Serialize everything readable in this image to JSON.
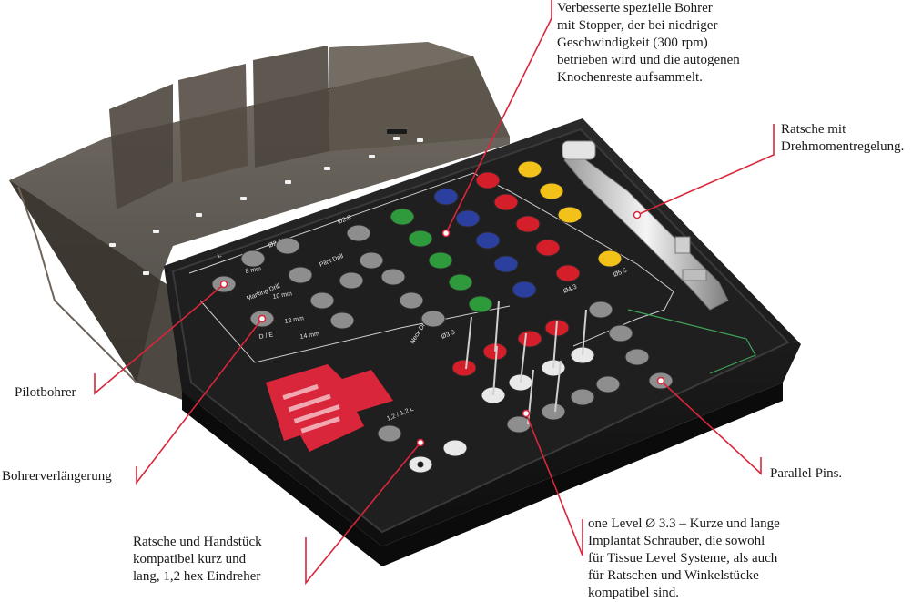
{
  "colors": {
    "accent": "#d9263b",
    "case_dark": "#1c1c1c",
    "lid_tint": "#4a4238",
    "ring_red": "#d41f2b",
    "ring_yellow": "#f2c21a",
    "ring_green": "#2f9a3c",
    "ring_blue": "#2b3f9e",
    "ring_gray": "#8e8e8e",
    "ring_white": "#e9e9e9"
  },
  "callouts": {
    "drill": "Verbesserte spezielle Bohrer\nmit Stopper, der bei niedriger\nGeschwindigkeit (300 rpm)\nbetrieben wird und die autogenen\nKnochenreste aufsammelt.",
    "ratchet": "Ratsche mit\nDrehmomentregelung.",
    "pilot": "Pilotbohrer",
    "extension": "Bohrerverlängerung",
    "pins": "Parallel Pins.",
    "handpiece": "Ratsche und Handstück\nkompatibel kurz und\nlang, 1,2 hex Eindreher",
    "implant": "one Level Ø 3.3 – Kurze und lange\nImplantat Schrauber, die sowohl\nfür Tissue Level Systeme, als auch\nfür Ratschen und Winkelstücke\nkompatibel sind."
  },
  "tray_labels": {
    "marking": "Marking Drill",
    "pilot": "Pilot Drill",
    "depth_8": "8 mm",
    "depth_10": "10 mm",
    "depth_12": "12 mm",
    "depth_14": "14 mm",
    "de": "D / E",
    "l": "L",
    "d22": "Ø2.2",
    "d28": "Ø2.8",
    "d33": "Ø3.3",
    "d43": "Ø4.3",
    "d55": "Ø5.5",
    "neck": "Neck Drill",
    "l2l": "1,2 / 1,2 L"
  }
}
